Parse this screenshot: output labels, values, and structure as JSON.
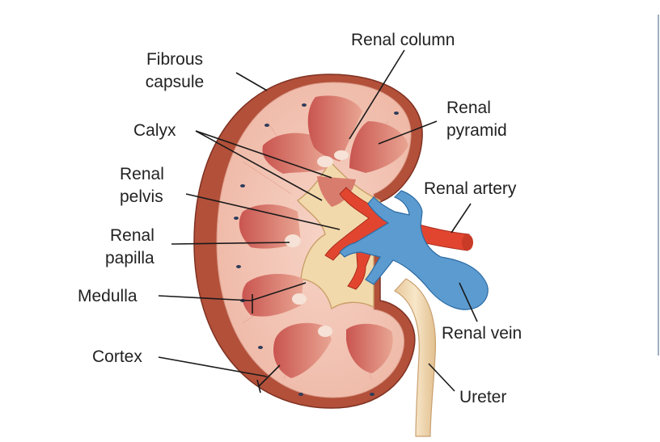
{
  "diagram": {
    "labels": {
      "renal_column": "Renal column",
      "fibrous_capsule_1": "Fibrous",
      "fibrous_capsule_2": "capsule",
      "renal_pyramid_1": "Renal",
      "renal_pyramid_2": "pyramid",
      "calyx": "Calyx",
      "renal_pelvis_1": "Renal",
      "renal_pelvis_2": "pelvis",
      "renal_artery": "Renal artery",
      "renal_papilla_1": "Renal",
      "renal_papilla_2": "papilla",
      "medulla": "Medulla",
      "renal_vein": "Renal vein",
      "cortex": "Cortex",
      "ureter": "Ureter"
    },
    "colors": {
      "capsule": "#b8523a",
      "cortex": "#f3c3b3",
      "pyramid": "#d8786c",
      "pyramid_dark": "#bf4a45",
      "pelvis": "#f0d8a8",
      "artery": "#e0452f",
      "vein": "#5b9bd0",
      "ureter": "#f2dcb8"
    }
  }
}
